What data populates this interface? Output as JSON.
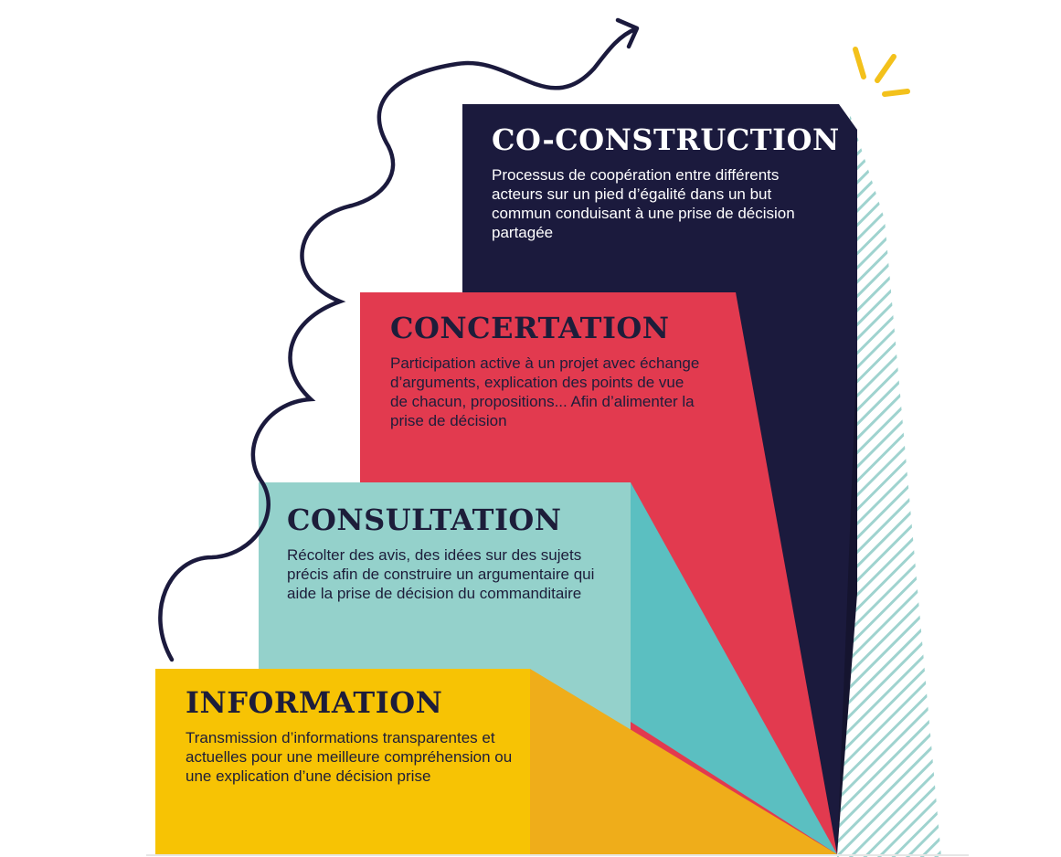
{
  "colors": {
    "navy": "#1b1a3d",
    "red": "#e23a4f",
    "teal": "#94d1cb",
    "yellow": "#f7c304",
    "accent": "#f3c11b"
  },
  "steps": [
    {
      "title": "CO-CONSTRUCTION",
      "description": "Processus de coopération entre différents acteurs sur un pied d’égalité dans un but commun conduisant à une prise de décision partagée"
    },
    {
      "title": "CONCERTATION",
      "description": "Participation active à un projet avec échange d’arguments, explication des points de vue de chacun, propositions... Afin d’alimenter la prise de décision"
    },
    {
      "title": "CONSULTATION",
      "description": "Récolter des avis, des idées sur des sujets précis afin de construire un argumentaire qui aide la prise de décision du commanditaire"
    },
    {
      "title": "INFORMATION",
      "description": "Transmission d’informations transparentes et actuelles pour une meilleure compréhension ou une explication d’une décision prise"
    }
  ]
}
